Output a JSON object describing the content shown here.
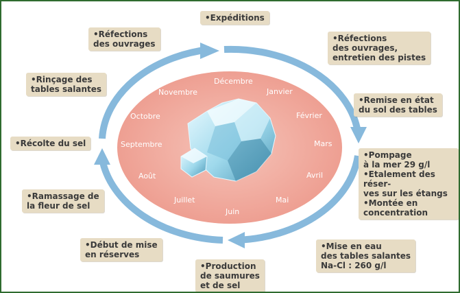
{
  "months": {
    "decembre": "Décembre",
    "janvier": "Janvier",
    "fevrier": "Février",
    "mars": "Mars",
    "avril": "Avril",
    "mai": "Mai",
    "juin": "Juin",
    "juillet": "Juillet",
    "aout": "Août",
    "septembre": "Septembre",
    "octobre": "Octobre",
    "novembre": "Novembre"
  },
  "labels": {
    "expeditions": "•Expéditions",
    "refections_ouvrages_pistes": "•Réfections\ndes ouvrages,\nentretien des pistes",
    "remise_en_etat": "•Remise en état\ndu sol des tables",
    "pompage": "•Pompage\nà la mer 29 g/l\n•Etalement des réser-\nves sur les étangs\n•Montée en\nconcentration",
    "mise_en_eau": "•Mise en eau\ndes tables salantes\nNa-Cl : 260 g/l",
    "production": "•Production\nde saumures\net de sel",
    "debut_reserves": "•Début de mise\nen réserves",
    "ramassage": "•Ramassage de\nla fleur de sel",
    "recolte": "•Récolte du sel",
    "rincage": "•Rinçage des\ntables salantes",
    "refections_ouvrages": "•Réfections\ndes ouvrages"
  },
  "colors": {
    "ellipse": "#f0aca0",
    "arrow": "#87b9dc",
    "label_bg": "#e7dcc4",
    "frame": "#2f6b2f",
    "crystal": "#bfe7f3"
  }
}
